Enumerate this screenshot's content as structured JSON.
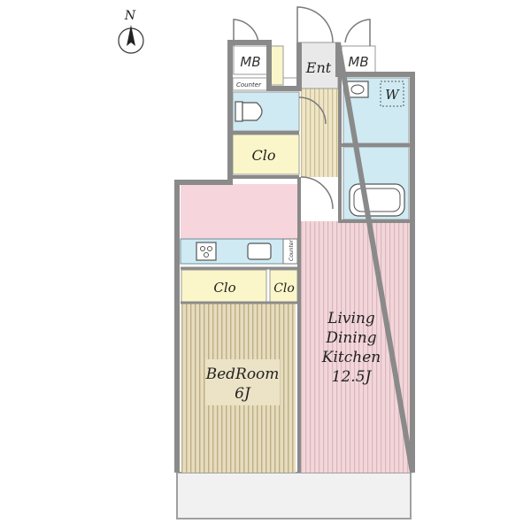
{
  "compass": {
    "label": "N"
  },
  "rooms": {
    "mb_left": {
      "label": "MB"
    },
    "mb_right": {
      "label": "MB"
    },
    "entrance": {
      "label": "Ent"
    },
    "counter_top": {
      "label": "Counter"
    },
    "counter_side": {
      "label": "Counter"
    },
    "washroom": {
      "label": "W"
    },
    "closet_upper": {
      "label": "Clo"
    },
    "closet_mid_left": {
      "label": "Clo"
    },
    "closet_mid_right": {
      "label": "Clo"
    },
    "ldk": {
      "label_lines": [
        "Living",
        "Dining",
        "Kitchen",
        "12.5J"
      ]
    },
    "bedroom": {
      "label_lines": [
        "BedRoom",
        "6J"
      ]
    }
  },
  "colors": {
    "wall": "#8a8a8a",
    "wet_area": "#cfeaf2",
    "closet": "#fbf6c9",
    "kitchen": "#f7d5dc",
    "ldk_floor": "#f2d6da",
    "ldk_stripe": "#d9b6bc",
    "bedroom_floor": "#e6dcc0",
    "bedroom_stripe": "#c8b88d",
    "hall_floor": "#efe6c8",
    "balcony": "#f1f1f1",
    "entrance": "#e9e9e9"
  }
}
